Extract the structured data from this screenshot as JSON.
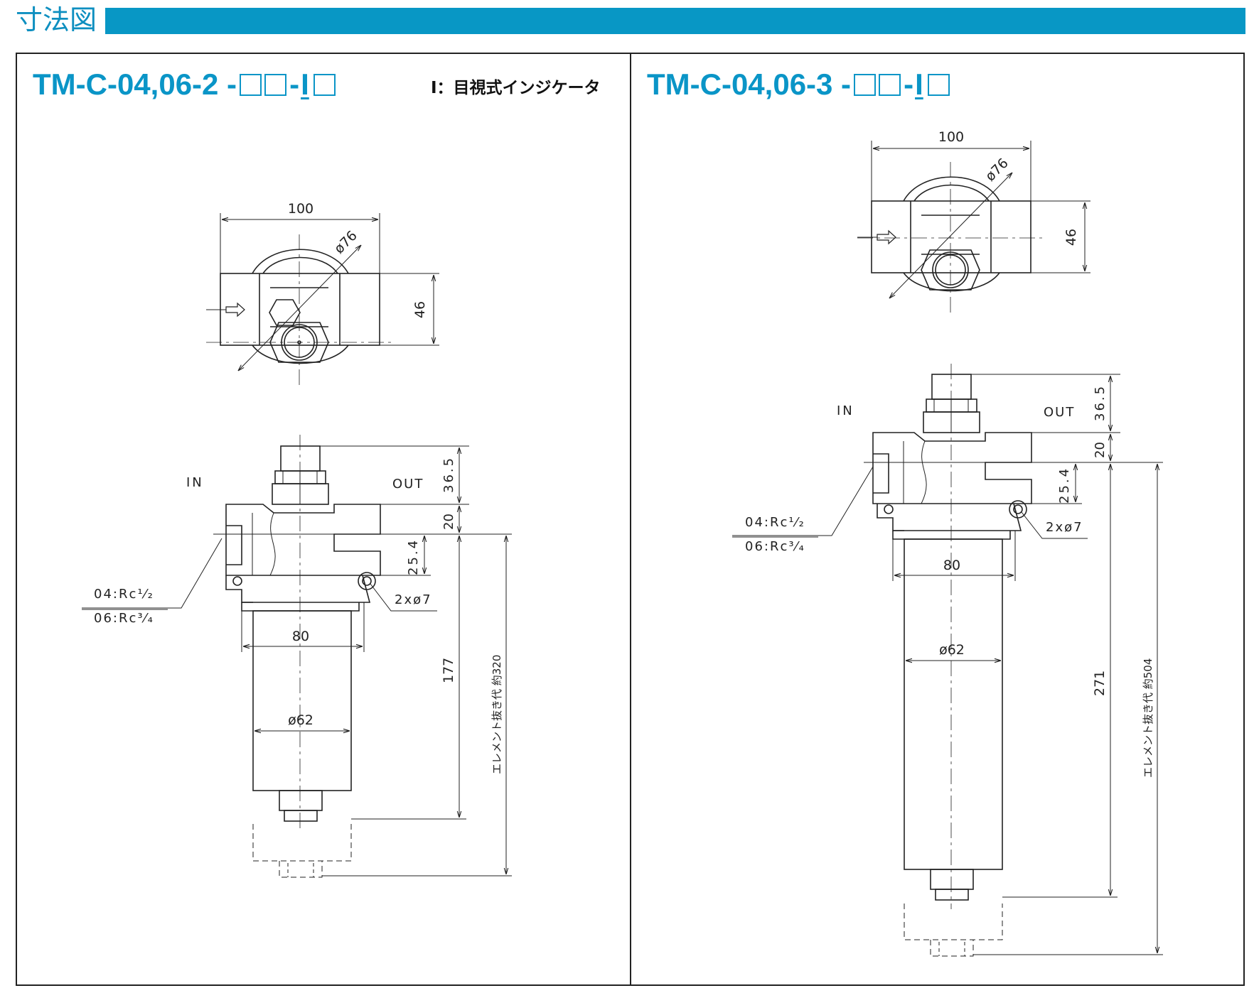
{
  "section": {
    "title": "寸法図"
  },
  "left": {
    "model": {
      "prefix": "TM-C-04,06-2 -",
      "indicator": "I"
    },
    "legend": "I：目視式インジケータ",
    "dims": {
      "width_top": "100",
      "diameter_top": "ø76",
      "height_top": "46",
      "in_label": "IN",
      "out_label": "OUT",
      "d_36_5": "36.5",
      "d_20": "20",
      "d_25_4": "25.4",
      "holes": "2xø7",
      "port_04": "04:Rc¹⁄₂",
      "port_06": "06:Rc³⁄₄",
      "width_80": "80",
      "diameter_62": "ø62",
      "height_177": "177",
      "removal": "エレメント抜き代  約320"
    }
  },
  "right": {
    "model": {
      "prefix": "TM-C-04,06-3 -",
      "indicator": "I"
    },
    "dims": {
      "width_top": "100",
      "diameter_top": "ø76",
      "height_top": "46",
      "in_label": "IN",
      "out_label": "OUT",
      "d_36_5": "36.5",
      "d_20": "20",
      "d_25_4": "25.4",
      "holes": "2xø7",
      "port_04": "04:Rc¹⁄₂",
      "port_06": "06:Rc³⁄₄",
      "width_80": "80",
      "diameter_62": "ø62",
      "height_271": "271",
      "removal": "エレメント抜き代  約504"
    }
  },
  "colors": {
    "accent": "#0897c5",
    "line": "#222222"
  }
}
